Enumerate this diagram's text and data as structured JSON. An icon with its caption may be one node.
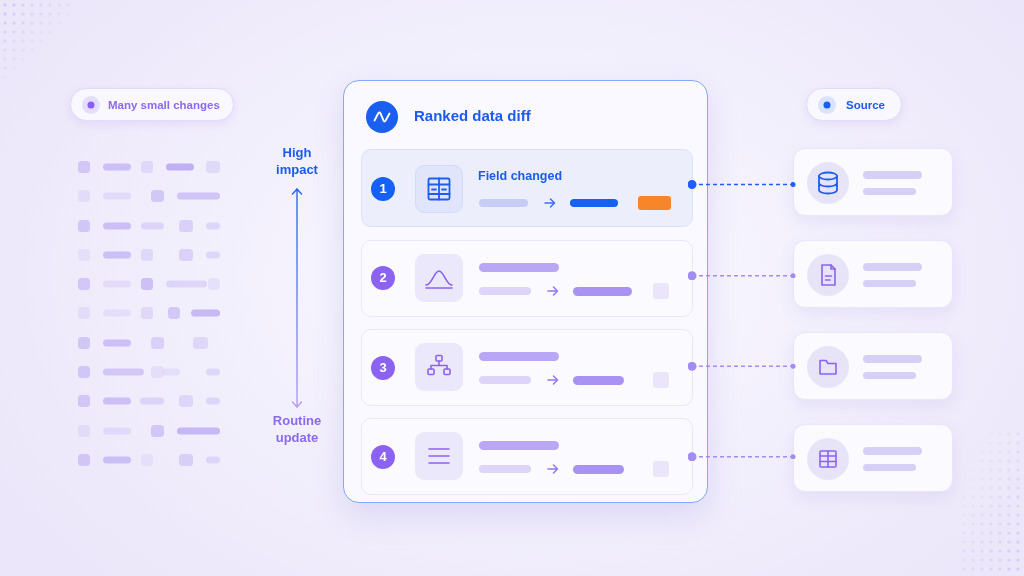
{
  "diagram": {
    "nodes": [
      {
        "text": [
          "Many small changes"
        ]
      },
      {
        "text": [
          "Ranked data diff"
        ]
      },
      {
        "text": [
          "Field changed"
        ],
        "in": 1
      },
      {
        "text": [
          "1"
        ],
        "in": 2
      },
      {
        "text": [],
        "shape": "box",
        "in": 1
      },
      {
        "text": [
          "2"
        ],
        "in": 4
      },
      {
        "text": [],
        "shape": "box",
        "in": 1
      },
      {
        "text": [
          "3"
        ],
        "in": 6
      },
      {
        "text": [],
        "shape": "box",
        "in": 1
      },
      {
        "text": [
          "4"
        ],
        "in": 8
      },
      {
        "text": [
          "Source"
        ]
      },
      {
        "text": [],
        "shape": "box"
      },
      {
        "text": [],
        "shape": "box"
      },
      {
        "text": [],
        "shape": "box"
      },
      {
        "text": [],
        "shape": "box"
      }
    ],
    "edges": [
      {
        "from": 2,
        "to": 11,
        "arrow": "other",
        "style": "dashed",
        "color": "#1f5eff"
      },
      {
        "from": 4,
        "to": 12,
        "arrow": "other",
        "style": "dashed"
      },
      {
        "from": 6,
        "to": 13,
        "arrow": "other",
        "style": "dashed"
      },
      {
        "from": 8,
        "to": 14,
        "arrow": "other",
        "style": "dashed"
      }
    ],
    "labels": [
      "High impact",
      "Routine update"
    ]
  }
}
